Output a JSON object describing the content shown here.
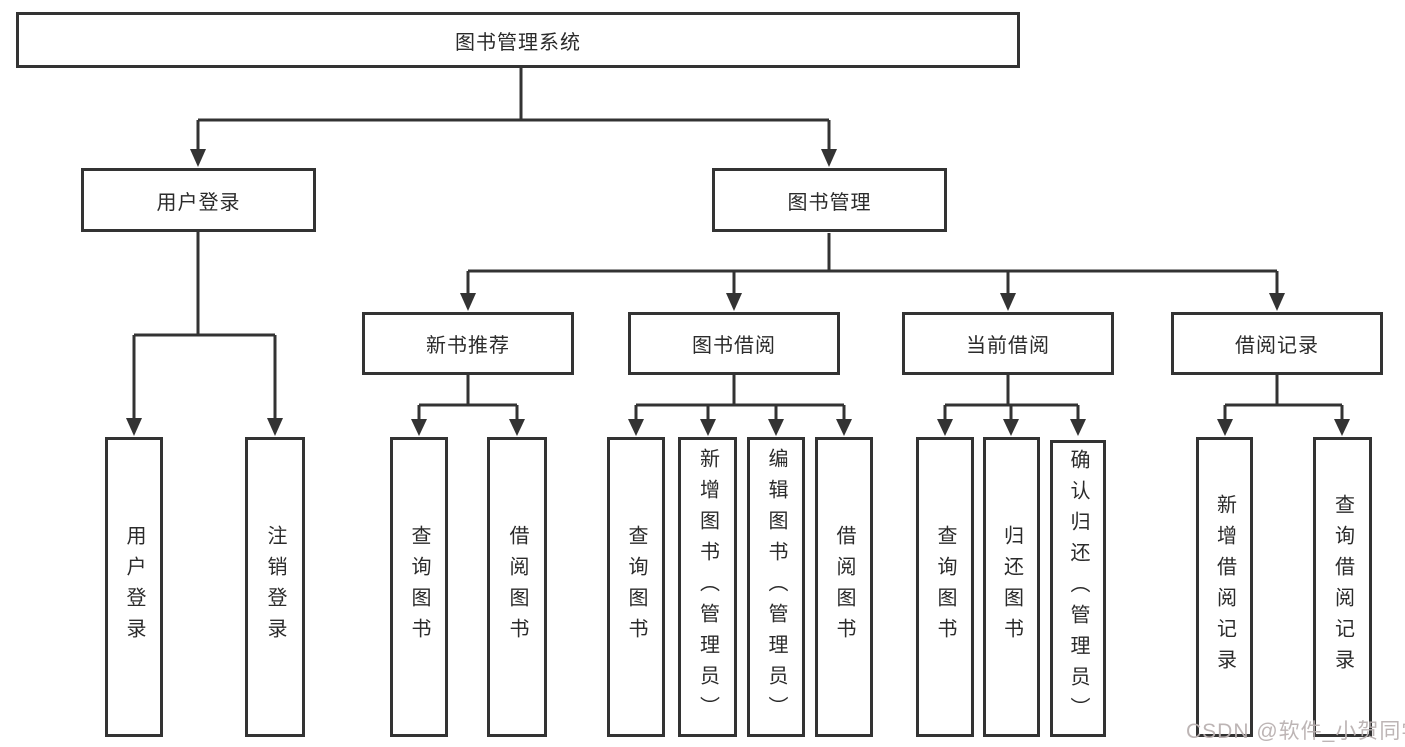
{
  "diagram": {
    "type": "function-tree",
    "root": {
      "label": "图书管理系统"
    },
    "level2": [
      {
        "label": "用户登录"
      },
      {
        "label": "图书管理"
      }
    ],
    "level3": [
      {
        "label": "新书推荐",
        "parent": "图书管理"
      },
      {
        "label": "图书借阅",
        "parent": "图书管理"
      },
      {
        "label": "当前借阅",
        "parent": "图书管理"
      },
      {
        "label": "借阅记录",
        "parent": "图书管理"
      }
    ],
    "leaves": [
      {
        "label": "用户登录",
        "parent": "用户登录"
      },
      {
        "label": "注销登录",
        "parent": "用户登录"
      },
      {
        "label": "查询图书",
        "parent": "新书推荐"
      },
      {
        "label": "借阅图书",
        "parent": "新书推荐"
      },
      {
        "label": "查询图书",
        "parent": "图书借阅"
      },
      {
        "label": "新增图书（管理员）",
        "parent": "图书借阅"
      },
      {
        "label": "编辑图书（管理员）",
        "parent": "图书借阅"
      },
      {
        "label": "借阅图书",
        "parent": "图书借阅"
      },
      {
        "label": "查询图书",
        "parent": "当前借阅"
      },
      {
        "label": "归还图书",
        "parent": "当前借阅"
      },
      {
        "label": "确认归还（管理员）",
        "parent": "当前借阅"
      },
      {
        "label": "新增借阅记录",
        "parent": "借阅记录"
      },
      {
        "label": "查询借阅记录",
        "parent": "借阅记录"
      }
    ],
    "colors": {
      "line": "#333333",
      "border": "#333333",
      "text": "#2b2b2b",
      "background": "#ffffff",
      "watermark": "#b9b1b1"
    }
  },
  "watermark": {
    "text": "CSDN @软件_小贺同学"
  }
}
